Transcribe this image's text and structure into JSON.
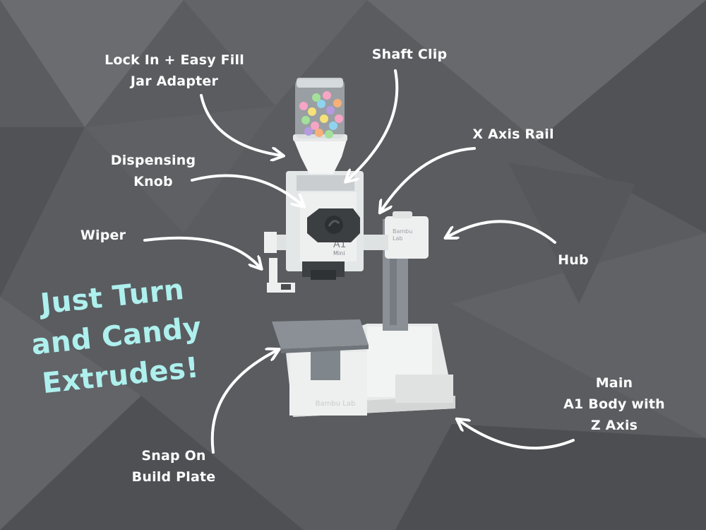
{
  "slogan": {
    "line1": "Just Turn",
    "line2": "and Candy",
    "line3": "Extrudes!"
  },
  "labels": {
    "jar_adapter": {
      "line1": "Lock In + Easy Fill",
      "line2": "Jar Adapter"
    },
    "shaft_clip": "Shaft Clip",
    "x_axis_rail": "X Axis Rail",
    "dispensing_knob": {
      "line1": "Dispensing",
      "line2": "Knob"
    },
    "wiper": "Wiper",
    "hub": "Hub",
    "main_body": {
      "line1": "Main",
      "line2": "A1 Body with",
      "line3": "Z Axis"
    },
    "build_plate": {
      "line1": "Snap On",
      "line2": "Build Plate"
    }
  },
  "device_marks": {
    "model_large": "A1",
    "model_small": "Mini",
    "hub_brand_1": "Bambu",
    "hub_brand_2": "Lab",
    "base_brand": "Bambu Lab"
  },
  "colors": {
    "background": "#5a5c60",
    "slogan": "#aef0ee",
    "labels": "#ffffff",
    "plastic_white": "#eef0f0",
    "plastic_grey": "#8a9096",
    "knob_dark": "#3a3d40"
  }
}
